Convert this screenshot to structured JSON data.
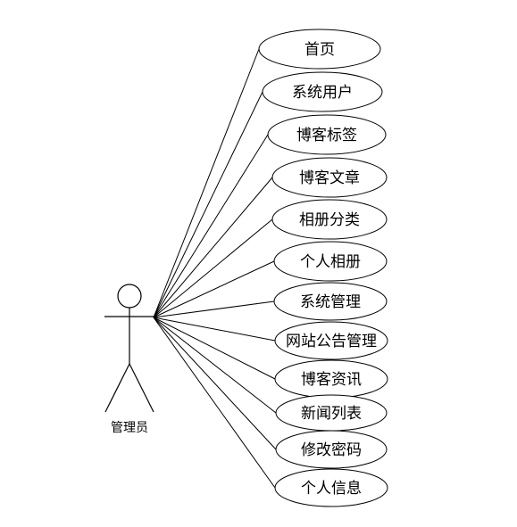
{
  "actor": {
    "label": "管理员"
  },
  "use_cases": [
    {
      "label": "首页"
    },
    {
      "label": "系统用户"
    },
    {
      "label": "博客标签"
    },
    {
      "label": "博客文章"
    },
    {
      "label": "相册分类"
    },
    {
      "label": "个人相册"
    },
    {
      "label": "系统管理"
    },
    {
      "label": "网站公告管理"
    },
    {
      "label": "博客资讯"
    },
    {
      "label": "新闻列表"
    },
    {
      "label": "修改密码"
    },
    {
      "label": "个人信息"
    }
  ],
  "colors": {
    "stroke": "#000000",
    "background": "#ffffff"
  }
}
